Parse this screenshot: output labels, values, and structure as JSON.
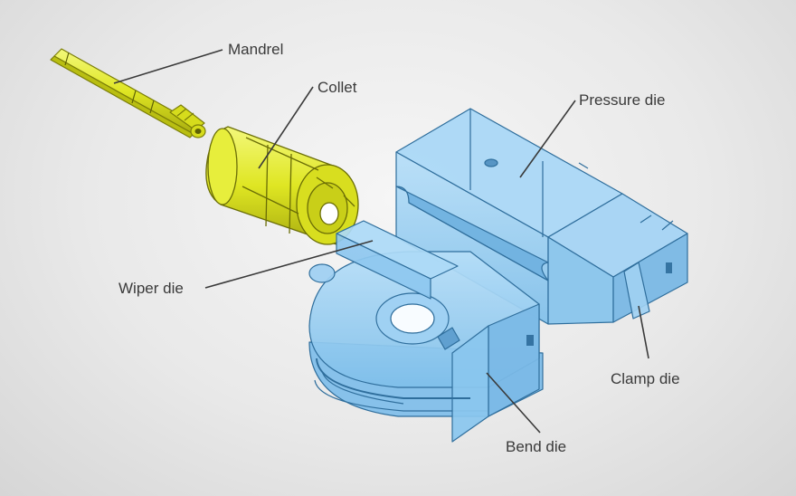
{
  "labels": {
    "mandrel": "Mandrel",
    "collet": "Collet",
    "pressure_die": "Pressure die",
    "wiper_die": "Wiper die",
    "clamp_die": "Clamp die",
    "bend_die": "Bend die"
  },
  "colors": {
    "background": "#e9e9e9",
    "yellow_part": "#e2ea2a",
    "blue_part": "#8fc9ef",
    "leader_line": "#3a3a3a"
  }
}
